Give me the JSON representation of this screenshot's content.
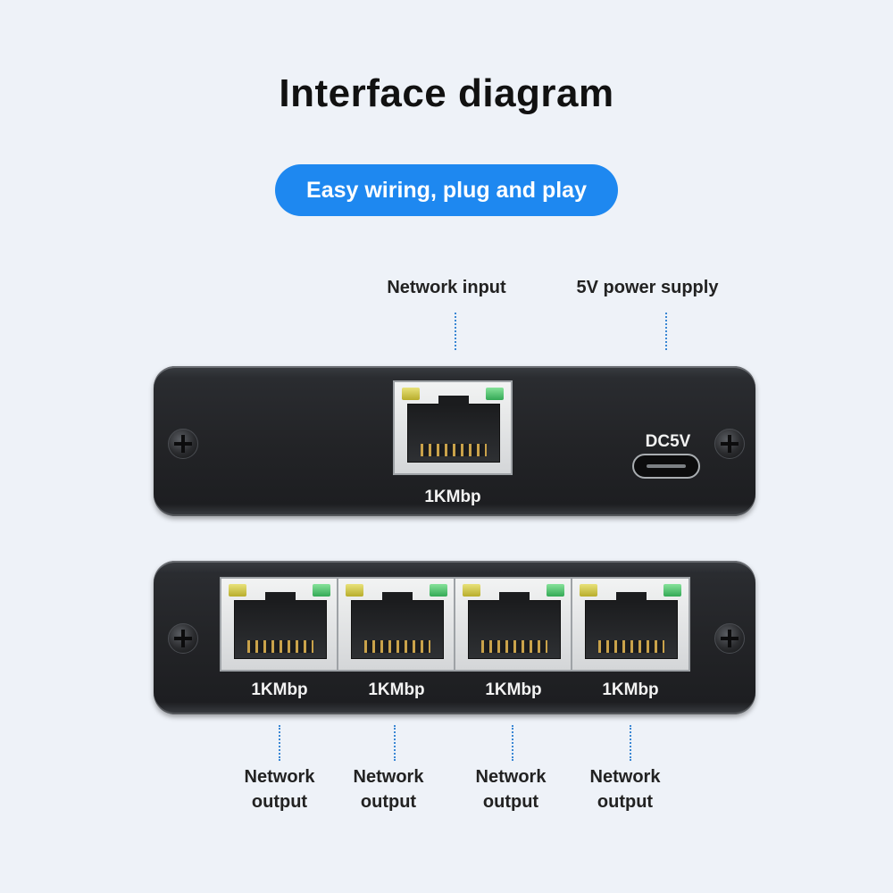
{
  "title": "Interface diagram",
  "subtitle": "Easy wiring, plug and play",
  "top_panel": {
    "callouts": {
      "network_input": "Network input",
      "power_supply": "5V power supply"
    },
    "port_label": "1KMbp",
    "power_label": "DC5V"
  },
  "bottom_panel": {
    "ports": [
      {
        "label": "1KMbp",
        "caption_line1": "Network",
        "caption_line2": "output"
      },
      {
        "label": "1KMbp",
        "caption_line1": "Network",
        "caption_line2": "output"
      },
      {
        "label": "1KMbp",
        "caption_line1": "Network",
        "caption_line2": "output"
      },
      {
        "label": "1KMbp",
        "caption_line1": "Network",
        "caption_line2": "output"
      }
    ]
  },
  "colors": {
    "accent": "#1e88f0",
    "background": "#eef2f8",
    "device": "#232427",
    "led_yellow": "#d8cf4a",
    "led_green": "#4ec46a"
  },
  "icons": [
    "screw-icon",
    "rj45-port-icon",
    "usb-c-port-icon"
  ]
}
